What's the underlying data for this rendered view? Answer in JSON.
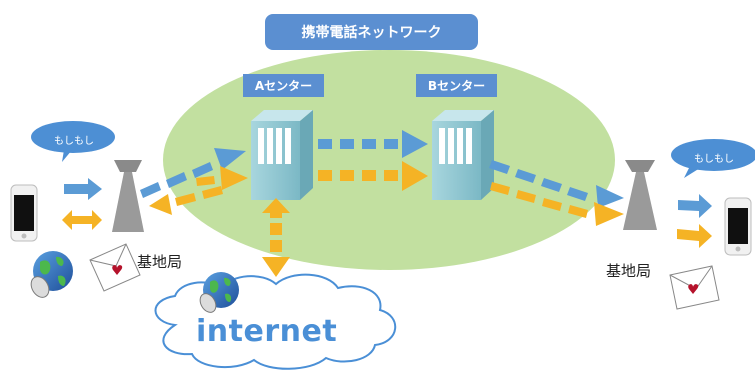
{
  "network_title": "携帯電話ネットワーク",
  "center_a": "Aセンター",
  "center_b": "Bセンター",
  "base_station_left": "基地局",
  "base_station_right": "基地局",
  "bubble_left": "もしもし",
  "bubble_right": "もしもし",
  "internet": "internet",
  "colors": {
    "network_area": "#c2e0a0",
    "label_box": "#5b8fd1",
    "voice_arrow": "#5b9bd5",
    "data_arrow": "#f5b325",
    "server": "#8fc7d2",
    "tower": "#8a8a8a",
    "internet_text": "#4a8fd6"
  },
  "icons": [
    "smartphone-icon",
    "base-station-tower-icon",
    "server-icon",
    "globe-mouse-icon",
    "envelope-heart-icon",
    "speech-bubble-icon",
    "cloud-icon"
  ]
}
